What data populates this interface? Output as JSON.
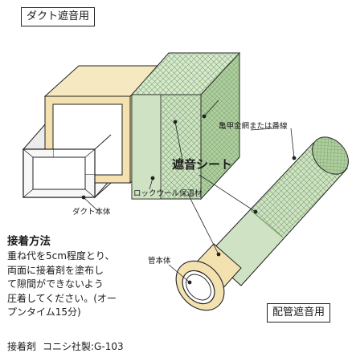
{
  "labels": {
    "duct_title": "ダクト遮音用",
    "pipe_title": "配管遮音用",
    "wire_mesh": "亀甲金網または番線",
    "sound_sheet": "遮音シート",
    "rock_wool": "ロックウール保温材",
    "duct_body": "ダクト本体",
    "pipe_body": "管本体"
  },
  "method": {
    "title": "接着方法",
    "lines": [
      "重ね代を5cm程度とり、",
      "両面に接着剤を塗布し",
      "て隙間ができないよう",
      "圧着してください。(オー",
      "プンタイム15分)"
    ]
  },
  "adhesive": {
    "label": "接着剤",
    "value": "コニシ社製:G-103"
  },
  "colors": {
    "sheet_green": "#cfe3c4",
    "sheet_green_dark": "#aecd9e",
    "insulation_beige": "#f3e2b0",
    "mesh_line": "#5f8f52",
    "outline": "#222222"
  }
}
